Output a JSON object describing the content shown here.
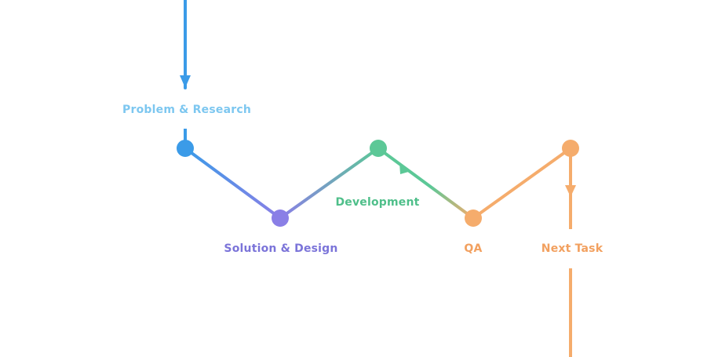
{
  "colors": {
    "problem": "#3b9be8",
    "problem_label": "#7dc7f0",
    "solution": "#8a7fe6",
    "solution_label": "#7b74d9",
    "development": "#5cc897",
    "development_label": "#4fbf8a",
    "qa": "#f5ac6c",
    "qa_label": "#f2a05f",
    "next": "#f5ac6c",
    "next_label": "#f2a05f"
  },
  "stages": {
    "problem": {
      "label": "Problem & Research"
    },
    "solution": {
      "label": "Solution & Design"
    },
    "development": {
      "label": "Development"
    },
    "qa": {
      "label": "QA"
    },
    "next": {
      "label": "Next Task"
    }
  }
}
